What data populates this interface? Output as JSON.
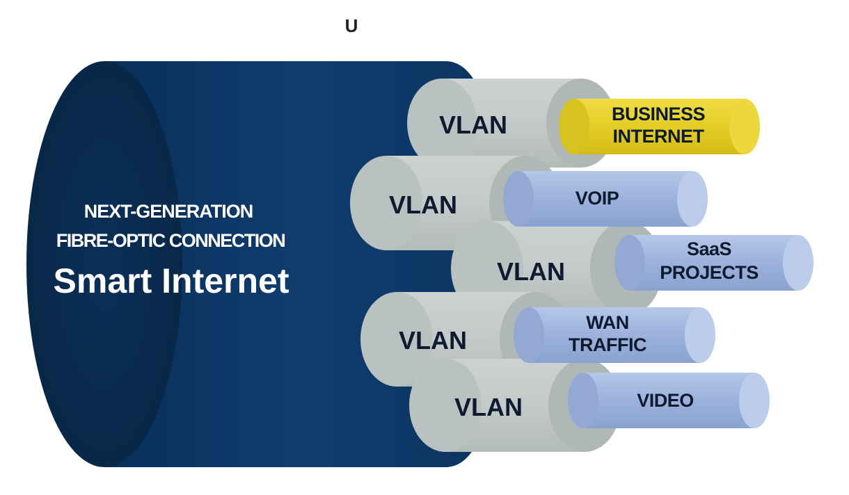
{
  "top_mark": "U",
  "cable": {
    "line1": "NEXT-GENERATION",
    "line2": "FIBRE-OPTIC CONNECTION",
    "title": "Smart Internet",
    "color": "#0e3b6c"
  },
  "vlans": [
    {
      "label": "VLAN"
    },
    {
      "label": "VLAN"
    },
    {
      "label": "VLAN"
    },
    {
      "label": "VLAN"
    },
    {
      "label": "VLAN"
    }
  ],
  "wires": [
    {
      "line1": "BUSINESS",
      "line2": "INTERNET",
      "color": "#e6cf2a"
    },
    {
      "line1": "VOIP",
      "line2": "",
      "color": "#9fb5de"
    },
    {
      "line1": "SaaS",
      "line2": "PROJECTS",
      "color": "#9fb5de"
    },
    {
      "line1": "WAN",
      "line2": "TRAFFIC",
      "color": "#9fb5de"
    },
    {
      "line1": "VIDEO",
      "line2": "",
      "color": "#9fb5de"
    }
  ],
  "colors": {
    "vlan_grey": "#c3cac9",
    "text_dark": "#0e1a2e",
    "text_light": "#ffffff"
  }
}
